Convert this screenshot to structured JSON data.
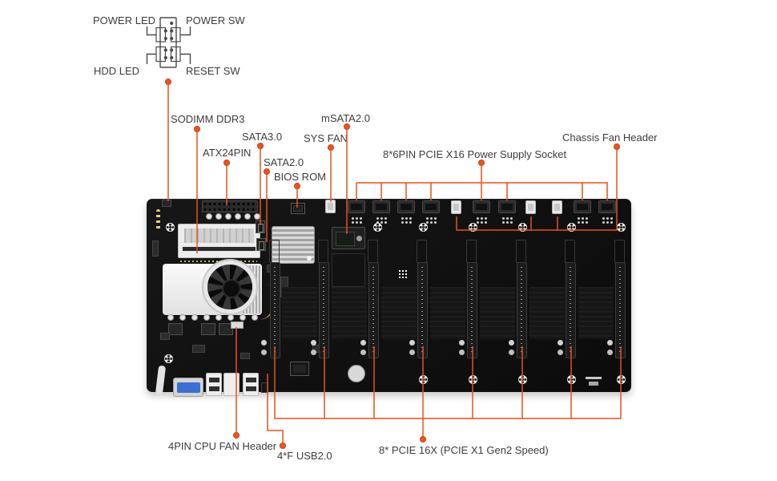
{
  "diagram": {
    "title_semantic": "mining motherboard annotated diagram",
    "front_panel_header": {
      "labels": {
        "power_led": "POWER LED",
        "power_sw": "POWER SW",
        "hdd_led": "HDD LED",
        "reset_sw": "RESET SW"
      }
    },
    "callouts": {
      "sodimm": "SODIMM DDR3",
      "sata3": "SATA3.0",
      "atx24pin": "ATX24PIN",
      "sata2": "SATA2.0",
      "bios_rom": "BIOS ROM",
      "msata": "mSATA2.0",
      "sys_fan": "SYS FAN",
      "pcie_power": "8*6PIN PCIE X16 Power Supply Socket",
      "chassis_fan": "Chassis Fan Header",
      "cpu_fan": "4PIN CPU FAN Header",
      "usb": "4*F USB2.0",
      "pcie_slots": "8* PCIE 16X (PCIE X1 Gen2 Speed)"
    },
    "colors": {
      "leader_line": "#e8511d",
      "label_text": "#3c3c3c",
      "pcb": "#101010",
      "background": "#ffffff",
      "vga_port": "#3b6fd0"
    }
  }
}
